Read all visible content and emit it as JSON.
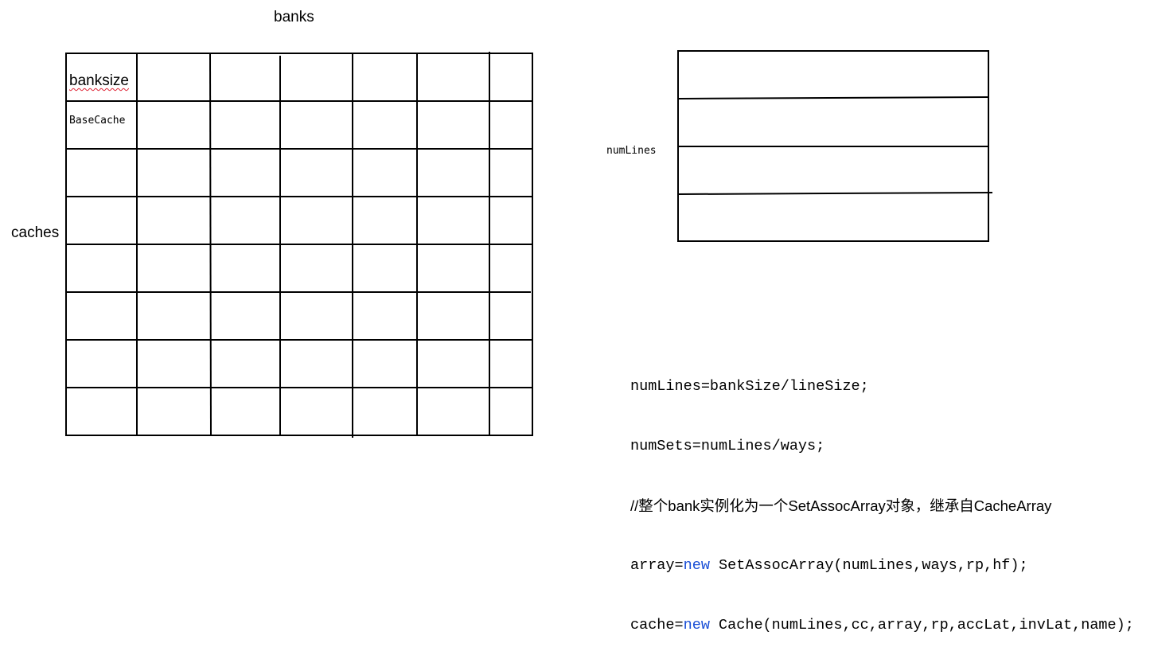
{
  "labels": {
    "banks": "banks",
    "caches": "caches",
    "banksize": "banksize",
    "basecache": "BaseCache",
    "numlines": "numLines"
  },
  "code": {
    "line1": "numLines=bankSize/lineSize;",
    "line2": "numSets=numLines/ways;",
    "line3_comment": "//整个bank实例化为一个SetAssocArray对象，继承自CacheArray",
    "line4_lhs": "array=",
    "line4_kw": "new",
    "line4_rest": " SetAssocArray(numLines,ways,rp,hf);",
    "line5_lhs": "cache=",
    "line5_kw": "new",
    "line5_rest": " Cache(numLines,cc,array,rp,accLat,invLat,name);"
  },
  "colors": {
    "line": "#000000",
    "keyword": "#1a4fd6",
    "spellcheck": "#dd2233"
  }
}
